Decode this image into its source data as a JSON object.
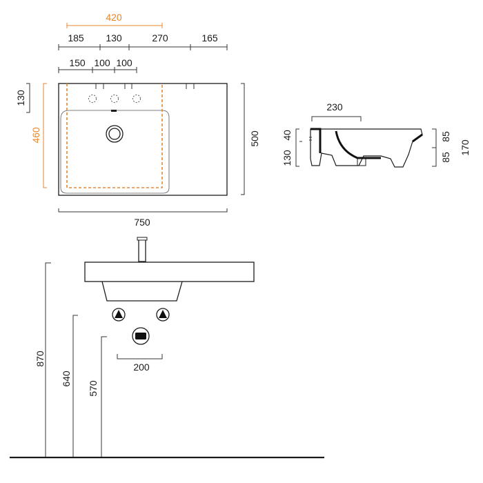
{
  "colors": {
    "line": "#333333",
    "accent": "#E8862E",
    "text": "#1a1a1a",
    "fill_dark": "#111111"
  },
  "top_view": {
    "overall_top": "420",
    "segments_top": [
      "185",
      "130",
      "270",
      "165"
    ],
    "taps_dims": [
      "150",
      "100",
      "100"
    ],
    "left_inner": "130",
    "left_depth": "460",
    "right_depth": "500",
    "bottom_width": "750",
    "waste_icon": "waste-outlet-icon",
    "tap_hole_icon": "tap-hole-icon"
  },
  "section_view": {
    "top_width": "230",
    "left_small": "40",
    "left_big": "130",
    "right_top": "85",
    "right_bottom": "85",
    "right_total": "170"
  },
  "front_view": {
    "height_total": "870",
    "height_mid": "640",
    "height_low": "570",
    "conn_spacing": "200",
    "water_icon": "water-connection-icon",
    "drain_icon": "drain-connection-icon"
  }
}
